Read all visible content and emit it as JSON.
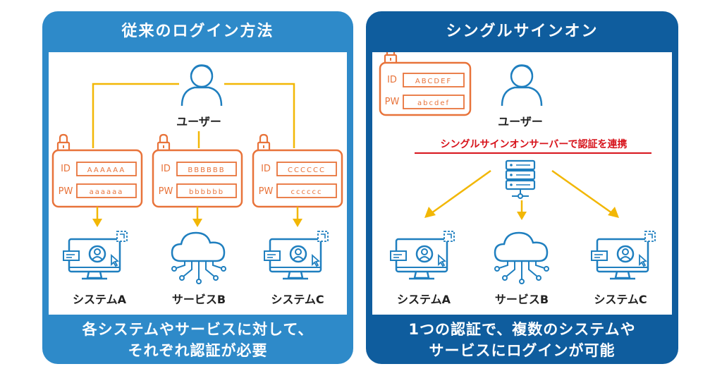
{
  "left_panel": {
    "title": "従来のログイン方法",
    "user_label": "ユーザー",
    "credentials": [
      {
        "id_label": "ID",
        "id_value": "AAAAAA",
        "pw_label": "PW",
        "pw_value": "aaaaaa"
      },
      {
        "id_label": "ID",
        "id_value": "BBBBBB",
        "pw_label": "PW",
        "pw_value": "bbbbbb"
      },
      {
        "id_label": "ID",
        "id_value": "CCCCCC",
        "pw_label": "PW",
        "pw_value": "cccccc"
      }
    ],
    "targets": [
      "システムA",
      "サービスB",
      "システムC"
    ],
    "footer_line1": "各システムやサービスに対して、",
    "footer_line2": "それぞれ認証が必要"
  },
  "right_panel": {
    "title": "シングルサインオン",
    "user_label": "ユーザー",
    "credential": {
      "id_label": "ID",
      "id_value": "ABCDEF",
      "pw_label": "PW",
      "pw_value": "abcdef"
    },
    "sso_caption": "シングルサインオンサーバーで認証を連携",
    "targets": [
      "システムA",
      "サービスB",
      "システムC"
    ],
    "footer_line1": "1つの認証で、複数のシステムや",
    "footer_line2": "サービスにログインが可能"
  },
  "colors": {
    "left_panel_bg": "#2e8ac9",
    "right_panel_bg": "#0f5d9e",
    "icon_blue": "#1f7fbf",
    "credential_orange": "#e8733a",
    "arrow_yellow": "#f2b705",
    "caption_red": "#d7141c"
  },
  "icons": [
    "user-icon",
    "lock-icon",
    "computer-icon",
    "cloud-icon",
    "server-icon",
    "arrow-down-icon"
  ]
}
